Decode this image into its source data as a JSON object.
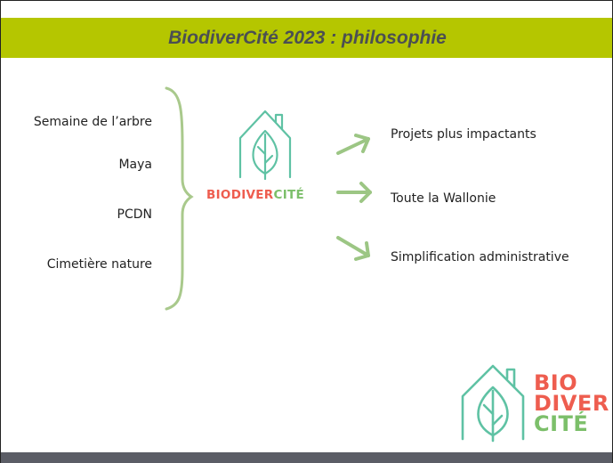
{
  "slide": {
    "title": "BiodiverCité 2023 : philosophie",
    "left_items": [
      "Semaine de l’arbre",
      "Maya",
      "PCDN",
      "Cimetière nature"
    ],
    "right_items": [
      "Projets plus impactants",
      "Toute la Wallonie",
      "Simplification administrative"
    ],
    "center_logo": {
      "part1": "BIODIVER",
      "part2": "CITÉ"
    },
    "corner_logo": {
      "line1": "BIO",
      "line2": "DIVER",
      "line3": "CITÉ"
    }
  },
  "colors": {
    "title_bar": "#b5c600",
    "title_text": "#4b4f52",
    "brace_green": "#a9c98c",
    "arrow_green": "#9cc684",
    "logo_teal": "#5fc2a4",
    "logo_red": "#ee5d4f",
    "logo_green": "#7cbf6a",
    "bottom_band": "#5b5d66"
  },
  "icons": [
    "house-leaf-logo-icon",
    "arrow-icon"
  ]
}
